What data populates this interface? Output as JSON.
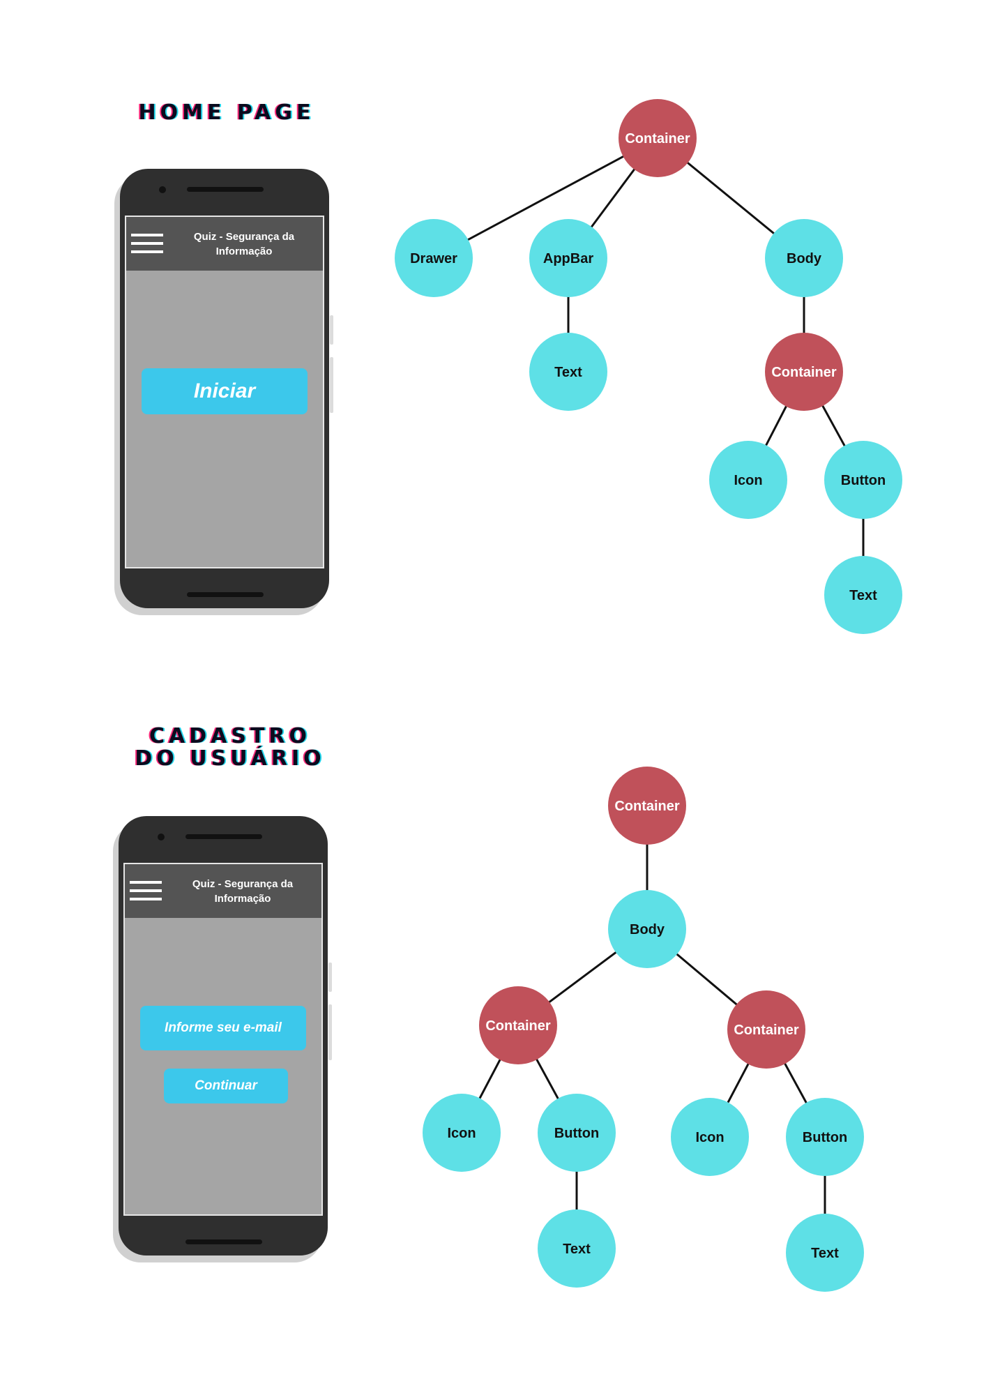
{
  "sections": {
    "home": {
      "title": "HOME PAGE",
      "phone": {
        "appbar_title": "Quiz - Segurança da Informação",
        "button_label": "Iniciar"
      }
    },
    "cadastro": {
      "title_line1": "CADASTRO",
      "title_line2": "DO USUÁRIO",
      "phone": {
        "appbar_title": "Quiz - Segurança da Informação",
        "email_button_label": "Informe seu e-mail",
        "continue_button_label": "Continuar"
      }
    }
  },
  "colors": {
    "container_node": "#c0515a",
    "widget_node": "#5ee0e6",
    "button": "#3cc8eb",
    "appbar": "#545454",
    "screen": "#a5a5a5",
    "phone_body": "#2f2f2f",
    "edge": "#111111"
  },
  "trees": {
    "home": {
      "nodes": [
        {
          "id": "h-container-root",
          "label": "Container",
          "kind": "container"
        },
        {
          "id": "h-drawer",
          "label": "Drawer",
          "kind": "widget"
        },
        {
          "id": "h-appbar",
          "label": "AppBar",
          "kind": "widget"
        },
        {
          "id": "h-body",
          "label": "Body",
          "kind": "widget"
        },
        {
          "id": "h-appbar-text",
          "label": "Text",
          "kind": "widget"
        },
        {
          "id": "h-container-body",
          "label": "Container",
          "kind": "container"
        },
        {
          "id": "h-icon",
          "label": "Icon",
          "kind": "widget"
        },
        {
          "id": "h-button",
          "label": "Button",
          "kind": "widget"
        },
        {
          "id": "h-button-text",
          "label": "Text",
          "kind": "widget"
        }
      ],
      "edges": [
        [
          "h-container-root",
          "h-drawer"
        ],
        [
          "h-container-root",
          "h-appbar"
        ],
        [
          "h-container-root",
          "h-body"
        ],
        [
          "h-appbar",
          "h-appbar-text"
        ],
        [
          "h-body",
          "h-container-body"
        ],
        [
          "h-container-body",
          "h-icon"
        ],
        [
          "h-container-body",
          "h-button"
        ],
        [
          "h-button",
          "h-button-text"
        ]
      ]
    },
    "cadastro": {
      "nodes": [
        {
          "id": "c-container-root",
          "label": "Container",
          "kind": "container"
        },
        {
          "id": "c-body",
          "label": "Body",
          "kind": "widget"
        },
        {
          "id": "c-container-left",
          "label": "Container",
          "kind": "container"
        },
        {
          "id": "c-container-right",
          "label": "Container",
          "kind": "container"
        },
        {
          "id": "c-icon-left",
          "label": "Icon",
          "kind": "widget"
        },
        {
          "id": "c-button-left",
          "label": "Button",
          "kind": "widget"
        },
        {
          "id": "c-icon-right",
          "label": "Icon",
          "kind": "widget"
        },
        {
          "id": "c-button-right",
          "label": "Button",
          "kind": "widget"
        },
        {
          "id": "c-text-left",
          "label": "Text",
          "kind": "widget"
        },
        {
          "id": "c-text-right",
          "label": "Text",
          "kind": "widget"
        }
      ],
      "edges": [
        [
          "c-container-root",
          "c-body"
        ],
        [
          "c-body",
          "c-container-left"
        ],
        [
          "c-body",
          "c-container-right"
        ],
        [
          "c-container-left",
          "c-icon-left"
        ],
        [
          "c-container-left",
          "c-button-left"
        ],
        [
          "c-container-right",
          "c-icon-right"
        ],
        [
          "c-container-right",
          "c-button-right"
        ],
        [
          "c-button-left",
          "c-text-left"
        ],
        [
          "c-button-right",
          "c-text-right"
        ]
      ]
    }
  }
}
